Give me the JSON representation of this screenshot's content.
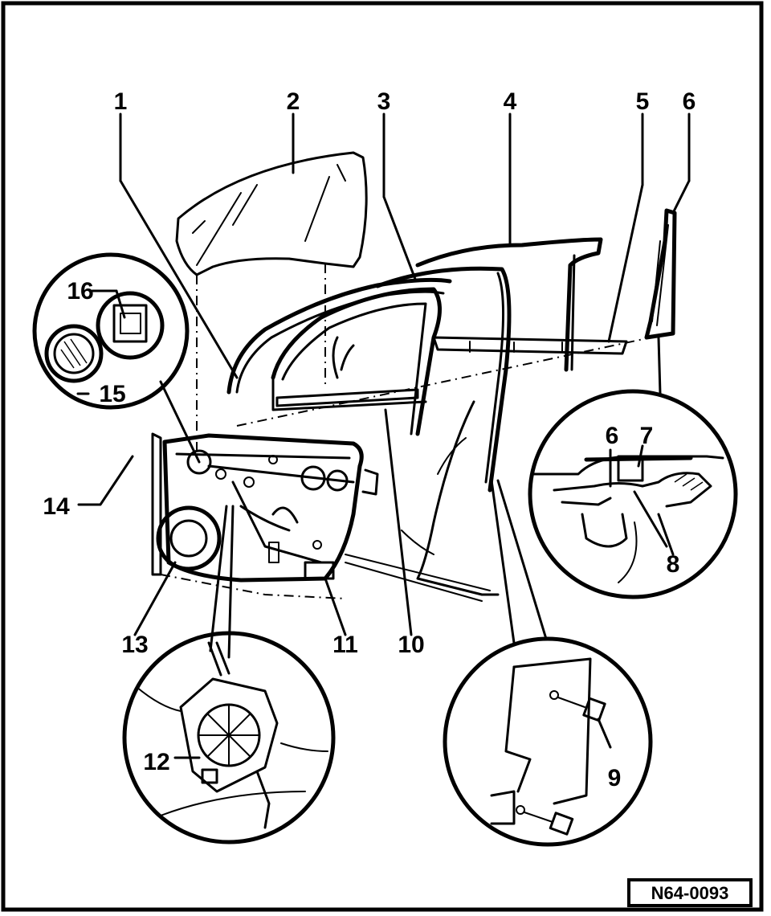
{
  "diagram": {
    "reference_code": "N64-0093",
    "callouts": [
      {
        "id": "c1",
        "label": "1"
      },
      {
        "id": "c2",
        "label": "2"
      },
      {
        "id": "c3",
        "label": "3"
      },
      {
        "id": "c4",
        "label": "4"
      },
      {
        "id": "c5",
        "label": "5"
      },
      {
        "id": "c6a",
        "label": "6"
      },
      {
        "id": "c6b",
        "label": "6"
      },
      {
        "id": "c7",
        "label": "7"
      },
      {
        "id": "c8",
        "label": "8"
      },
      {
        "id": "c9",
        "label": "9"
      },
      {
        "id": "c10",
        "label": "10"
      },
      {
        "id": "c11",
        "label": "11"
      },
      {
        "id": "c12",
        "label": "12"
      },
      {
        "id": "c13",
        "label": "13"
      },
      {
        "id": "c14",
        "label": "14"
      },
      {
        "id": "c15",
        "label": "15"
      },
      {
        "id": "c16",
        "label": "16"
      }
    ],
    "colors": {
      "ink": "#000000",
      "paper": "#ffffff"
    }
  }
}
